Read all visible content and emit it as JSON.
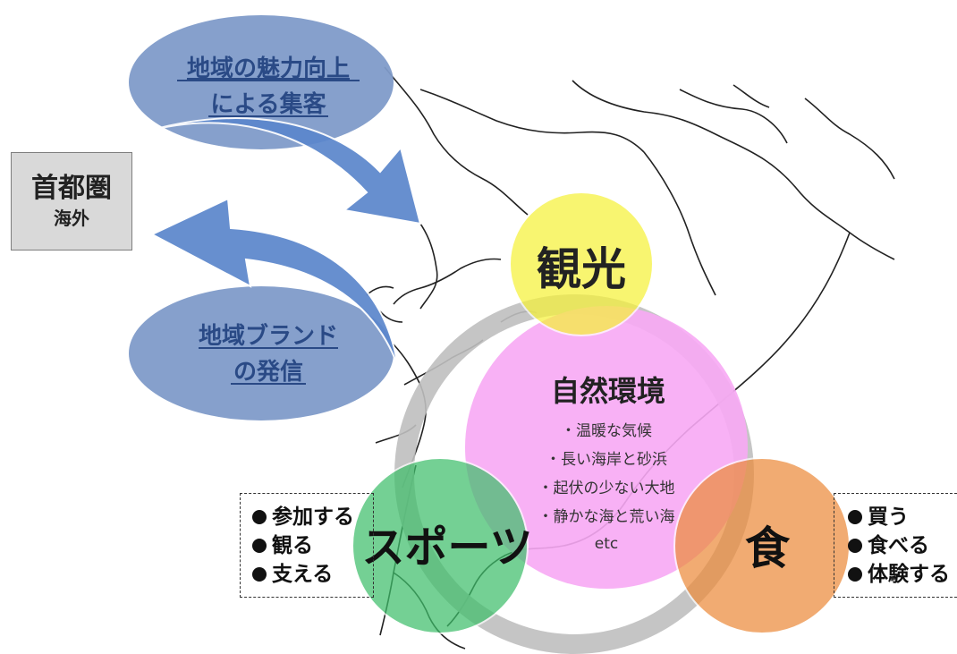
{
  "source_box": {
    "main": "首都圏",
    "sub": "海外"
  },
  "arrows": {
    "inbound": {
      "line1": "地域の魅力向上",
      "line2": "による集客"
    },
    "outbound": {
      "line1": "地域ブランド",
      "line2": "の発信"
    }
  },
  "circles": {
    "tourism": {
      "label": "観光",
      "color": "#f6f23a"
    },
    "nature": {
      "label": "自然環境",
      "color": "#f7a8f4",
      "items": [
        "・温暖な気候",
        "・長い海岸と砂浜",
        "・起伏の少ない大地",
        "・静かな海と荒い海",
        "etc"
      ]
    },
    "sports": {
      "label": "スポーツ",
      "color": "#3fbf6b"
    },
    "food": {
      "label": "食",
      "color": "#ec8c3c"
    }
  },
  "sports_actions": [
    "参加する",
    "観る",
    "支える"
  ],
  "food_actions": [
    "買う",
    "食べる",
    "体験する"
  ],
  "colors": {
    "ellipse": "#7f9bc9",
    "arrow": "#5b86cc",
    "ring": "#bfbfbf",
    "map_line": "#222222"
  }
}
